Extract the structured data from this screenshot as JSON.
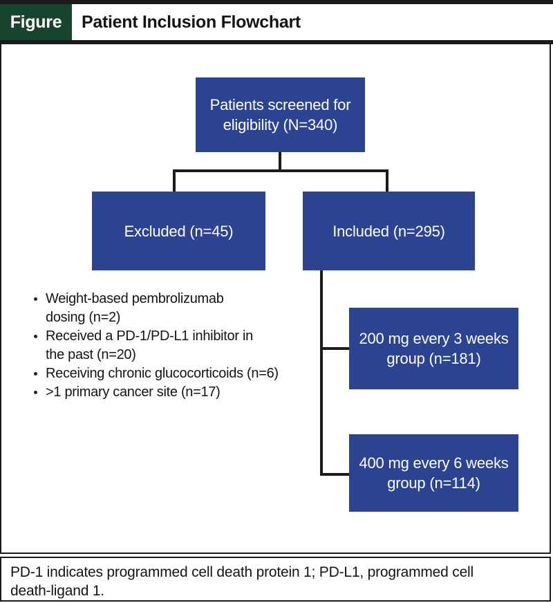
{
  "colors": {
    "box_blue": "#2c4391",
    "label_green": "#18432c",
    "line_black": "#1a1a1a"
  },
  "header": {
    "figure_label": "Figure",
    "title": "Patient Inclusion Flowchart"
  },
  "flowchart": {
    "screened_box": "Patients screened for\neligibility (N=340)",
    "excluded_box": "Excluded (n=45)",
    "included_box": "Included (n=295)",
    "exclusion_reasons": [
      "Weight-based pembrolizumab\ndosing (n=2)",
      "Received a PD-1/PD-L1 inhibitor in\nthe past (n=20)",
      "Receiving chronic glucocorticoids (n=6)",
      ">1 primary cancer site (n=17)"
    ],
    "group_200mg_box": "200 mg every 3 weeks\ngroup (n=181)",
    "group_400mg_box": "400 mg every 6 weeks\ngroup (n=114)"
  },
  "footnote": "PD-1 indicates programmed cell death protein 1; PD-L1, programmed cell\ndeath-ligand 1."
}
